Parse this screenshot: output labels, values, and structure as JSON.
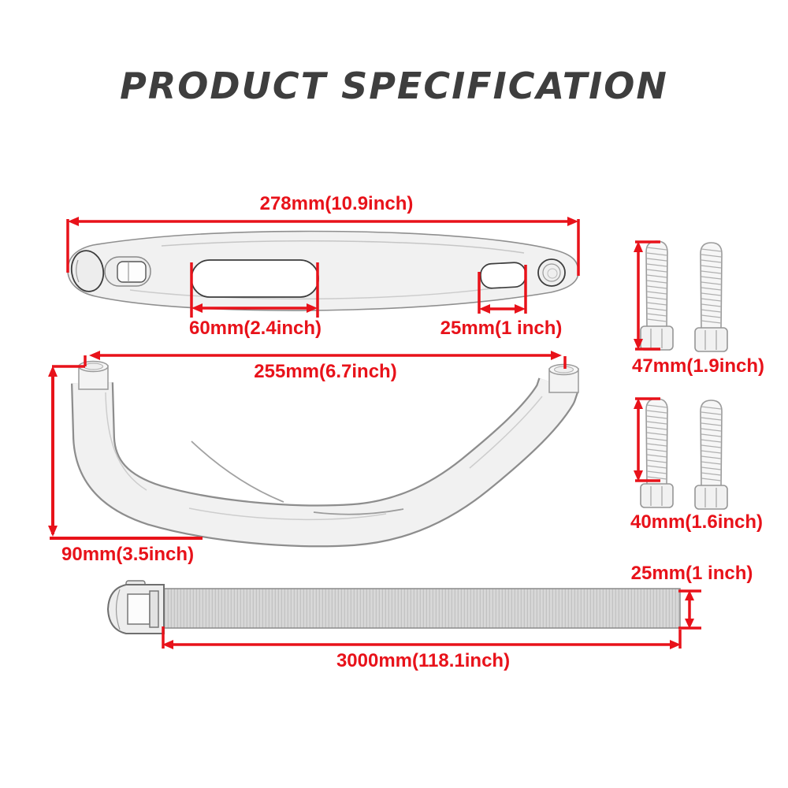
{
  "title": "PRODUCT SPECIFICATION",
  "colors": {
    "dimension_accent": "#e8121a",
    "title_ink": "#3e3e3e",
    "part_fill": "#f1f1f1",
    "part_outline": "#8f8f8f"
  },
  "parts": {
    "bracket": {
      "label_length": "278mm(10.9inch)",
      "label_center_slot": "60mm(2.4inch)",
      "label_side_slot": "25mm(1 inch)"
    },
    "handle": {
      "label_width": "255mm(6.7inch)",
      "label_height": "90mm(3.5inch)"
    },
    "bolt_long": {
      "count": 2,
      "label_length": "47mm(1.9inch)"
    },
    "bolt_short": {
      "count": 2,
      "label_length": "40mm(1.6inch)"
    },
    "strap": {
      "label_width": "25mm(1 inch)",
      "label_length": "3000mm(118.1inch)"
    }
  }
}
